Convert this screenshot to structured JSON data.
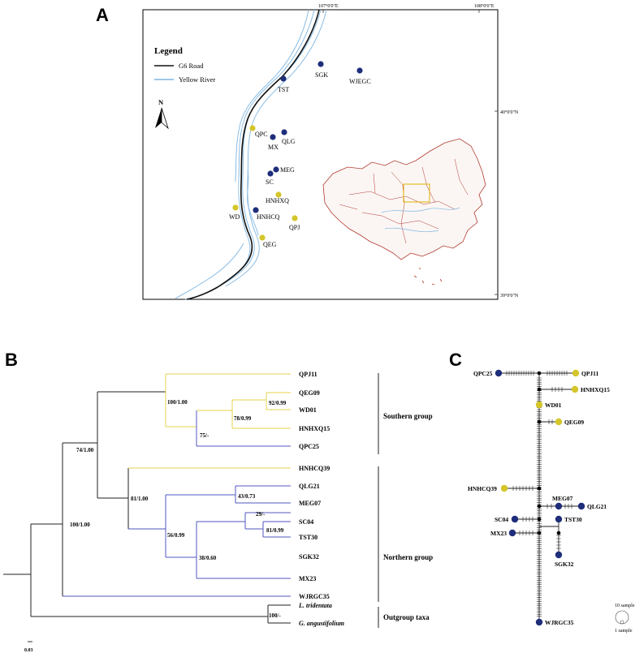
{
  "panels": {
    "a": "A",
    "b": "B",
    "c": "C"
  },
  "colors": {
    "southern": "#d4c62a",
    "northern": "#1f2e7a",
    "river": "#7fb6e2",
    "road": "#111111",
    "china_border": "#b23a2f",
    "tree_south": "#e6d34d",
    "tree_north": "#5057c2"
  },
  "map": {
    "top_coords": [
      "107°0'0\"E",
      "108°0'0\"E"
    ],
    "right_coords": [
      "40°0'0\"N",
      "39°0'0\"N"
    ],
    "legend": {
      "title": "Legend",
      "items": [
        "G6 Road",
        "Yellow River"
      ]
    },
    "north_label": "N",
    "sites": {
      "sgk": "SGK",
      "wjegc": "WJEGC",
      "tst": "TST",
      "qpc": "QPC",
      "mx": "MX",
      "qlg": "QLG",
      "meg": "MEG",
      "sc": "SC",
      "hnhxq": "HNHXQ",
      "wd": "WD",
      "hnhcq": "HNHCQ",
      "qpj": "QPJ",
      "qeg": "QEG"
    }
  },
  "tree": {
    "tips": {
      "qpj11": "QPJ11",
      "qeg09": "QEG09",
      "wd01": "WD01",
      "hnhxq15": "HNHXQ15",
      "qpc25": "QPC25",
      "hnhcq39": "HNHCQ39",
      "qlg21": "QLG21",
      "meg07": "MEG07",
      "sc04": "SC04",
      "tst30": "TST30",
      "sgk32": "SGK32",
      "mx23": "MX23",
      "wjrgc35": "WJRGC35",
      "ltri": "L. tridentata",
      "gang": "G. angustifolium"
    },
    "support": {
      "n1": "100/1.00",
      "n2": "92/0.99",
      "n3": "78/0.99",
      "n4": "75/-",
      "n5": "74/1.00",
      "n6": "81/1.00",
      "n7": "43/0.73",
      "n8": "56/0.99",
      "n9": "29/-",
      "n10": "81/0.99",
      "n11": "38/0.60",
      "n12": "100/1.00",
      "n13": "100/-"
    },
    "groups": {
      "southern": "Southern group",
      "northern": "Northern group",
      "outgroup": "Outgroup taxa"
    },
    "scale": "0.03"
  },
  "network": {
    "haplotypes": {
      "qpc25": "QPC25",
      "qpj11": "QPJ11",
      "hnhxq15": "HNHXQ15",
      "wd01": "WD01",
      "qeg09": "QEG09",
      "hnhcq39": "HNHCQ39",
      "meg07": "MEG07",
      "qlg21": "QLG21",
      "sc04": "SC04",
      "tst30": "TST30",
      "mx23": "MX23",
      "sgk32": "SGK32",
      "wjrgc35": "WJRGC35"
    },
    "size_legend": {
      "large": "10 sample",
      "small": "1 sample"
    }
  }
}
